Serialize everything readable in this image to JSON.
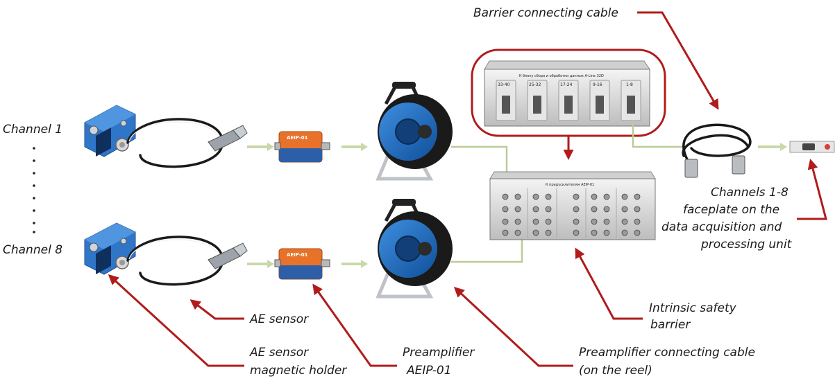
{
  "channels": {
    "first": "Channel 1",
    "last": "Channel 8"
  },
  "labels": {
    "barrier_cable": "Barrier connecting cable",
    "faceplate_line1": "Channels 1-8",
    "faceplate_line2": "faceplate on the",
    "faceplate_line3": "data acquisition and",
    "faceplate_line4": "processing unit",
    "barrier_line1": "Intrinsic safety",
    "barrier_line2": "barrier",
    "ae_sensor": "AE sensor",
    "holder_line1": "AE sensor",
    "holder_line2": "magnetic holder",
    "preamp_line1": "Preamplifier",
    "preamp_line2": "AEIP-01",
    "reel_cable_line1": "Preamplifier connecting cable",
    "reel_cable_line2": "(on the reel)"
  },
  "devices": {
    "preamp_label": "AEIP-01",
    "unit_title": "К блоку сбора и обработки данных A-Line 32D",
    "unit_ports": [
      "33-40",
      "25-32",
      "17-24",
      "9-16",
      "1-8"
    ],
    "barrier_title": "К предусилителям AEIP-01"
  },
  "colors": {
    "annotation_red": "#b11b1b",
    "sensor_blue": "#2f76c9",
    "preamp_orange": "#e8722a",
    "reel_blue": "#1d6fc8",
    "flow_arrow": "#c8d8a8"
  }
}
